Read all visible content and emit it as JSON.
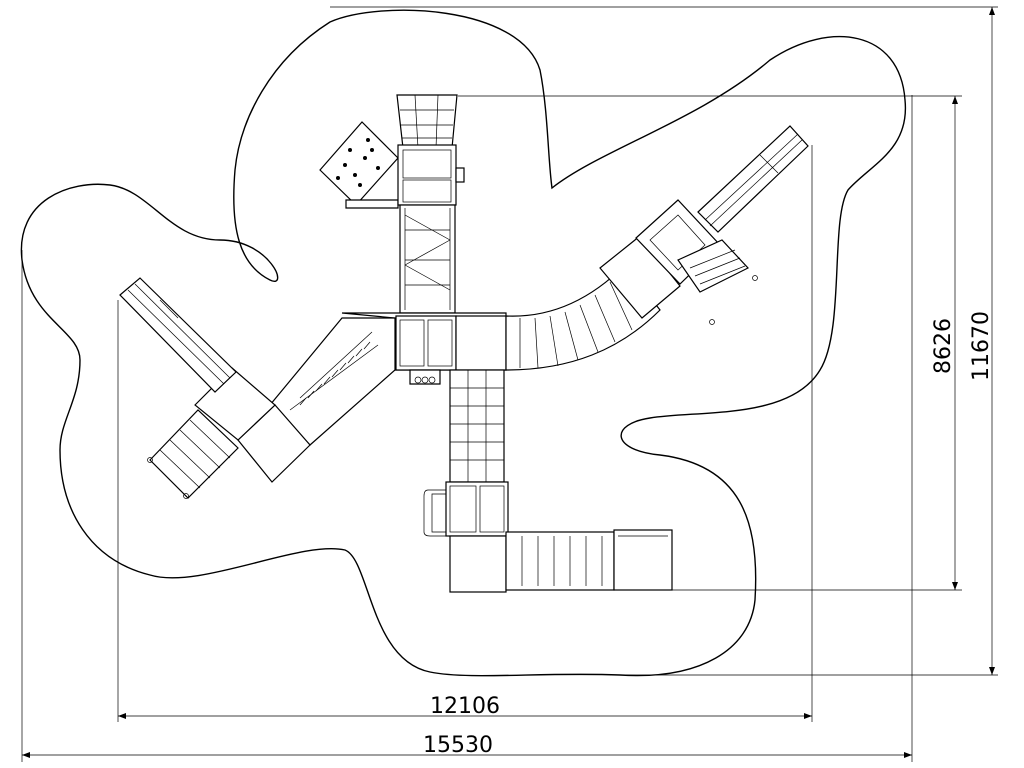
{
  "dimensions": {
    "inner_width": "12106",
    "outer_width": "15530",
    "inner_height": "8626",
    "outer_height": "11670"
  }
}
